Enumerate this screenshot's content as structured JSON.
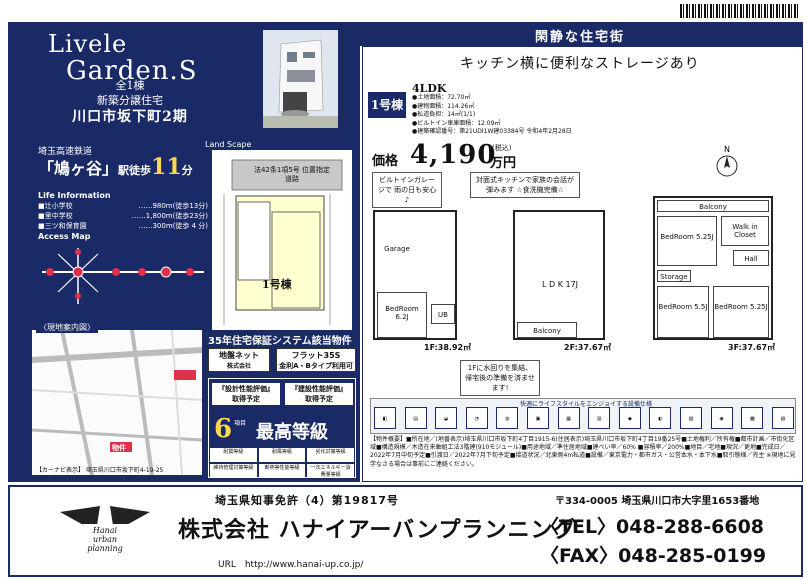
{
  "header": {
    "tagline": "閑静な住宅街",
    "catch_copy": "キッチン横に便利なストレージあり"
  },
  "brand": {
    "logo_line1": "Livele",
    "logo_line2": "Garden.S",
    "units": "全1棟",
    "type": "新築分譲住宅",
    "address": "川口市坂下町2期"
  },
  "access": {
    "railway": "埼玉高速鉄道",
    "station": "「鳩ヶ谷」",
    "walk_prefix": "駅徒歩",
    "walk_minutes": "11",
    "walk_unit": "分"
  },
  "life_info": {
    "title": "Life Information",
    "items": [
      {
        "name": "■辻小学校",
        "distance": "……980m(徒歩13分)"
      },
      {
        "name": "■里中学校",
        "distance": "……1,800m(徒歩23分)"
      },
      {
        "name": "■三ツ和保育園",
        "distance": "……300m(徒歩 4 分)"
      }
    ],
    "access_map_title": "Access Map"
  },
  "site": {
    "landscape_label": "Land Scape",
    "road_note": "法42条1項5号 位置指定道路",
    "lot_label": "1号棟"
  },
  "map": {
    "label": "〈現地案内図〉",
    "caption": "【カーナビ表示】 埼玉県川口市坂下町4-19-25",
    "marker": "物件"
  },
  "warranty": {
    "title": "35年住宅保証システム該当物件",
    "gaiban": "地盤ネット",
    "gaiban_sub": "株式会社",
    "flat35": "フラット35S",
    "flat35_sub": "金利A・Bタイプ利用可",
    "design_perf": "『設計性能評価』",
    "design_perf_sub": "取得予定",
    "build_perf": "『建設性能評価』",
    "build_perf_sub": "取得予定",
    "six_label": "6",
    "six_small": "項目",
    "top_grade": "最高等級",
    "items": [
      "耐震等級",
      "耐風等級",
      "劣化対策等級",
      "維持管理対策等級",
      "断熱等性能等級",
      "一次エネルギー消費量等級"
    ]
  },
  "lot": {
    "badge": "1号棟",
    "layout": "4LDK",
    "specs": [
      "●土地面積：72.70㎡",
      "●建物面積：114.26㎡",
      "●私道負担：14㎡(1/1)",
      "●ビルトイン車庫面積：12.09㎡",
      "●建築確認番号：第21UDI1W建03384号 令和4年2月28日"
    ],
    "price_label": "価格",
    "price": "4,190",
    "price_tax": "(税込)",
    "price_unit": "万円"
  },
  "floorplan": {
    "callout_garage": "ビルトインガレージで 雨の日も安心♪",
    "callout_kitchen": "対面式キッチンで家族の会話が弾みます ☆食洗機完備☆",
    "callout_storage": "1Fに水回りを集結、 帰宅後の準備を済ませます!",
    "floor1": "1F:38.92㎡",
    "floor2": "2F:37.67㎡",
    "floor3": "3F:37.67㎡",
    "rooms": {
      "garage": "Garage",
      "bedroom1": "BedRoom 6.2J",
      "ldk": "L D K 17J",
      "balcony2": "Balcony",
      "balcony3": "Balcony",
      "bedroom3a": "BedRoom 5.25J",
      "bedroom3b": "BedRoom 5.5J",
      "bedroom3c": "BedRoom 5.25J",
      "wic": "Walk in Closet",
      "storage": "Storage",
      "ub": "UB",
      "hall": "Hall"
    }
  },
  "eco": {
    "title": "快適にライフスタイルをエンジョイする設備仕様"
  },
  "details": "【物件概要】■所在地／(地番表示)埼玉県川口市坂下町4丁目1915-6(住居表示)埼玉県川口市坂下町4丁目19番25号■土地権利／所有権■都市計画／市街化区域■構造規模／木造在来軸組工法3階建(910モジュール)■用途地域／準住居地域■建ぺい率／60% ■容積率／200%■地目／宅地■現況／更地■完成日／2022年7月中旬予定■引渡日／2022年7月下旬予定■接道状況／北東側4m私道■設備／東京電力・都市ガス・公営本水・本下水■取引態様／売主 ※現地に見学なさる場合は事前にご連絡ください。",
  "footer": {
    "license": "埼玉県知事免許（4）第19817号",
    "company": "株式会社 ハナイアーバンプランニング",
    "url": "URL　http://www.hanai-up.co.jp/",
    "address": "〒334-0005 埼玉県川口市大字里1653番地",
    "tel": "〈TEL〉048-288-6608",
    "fax": "〈FAX〉048-285-0199",
    "logo_text": "Hanai urban planning"
  }
}
